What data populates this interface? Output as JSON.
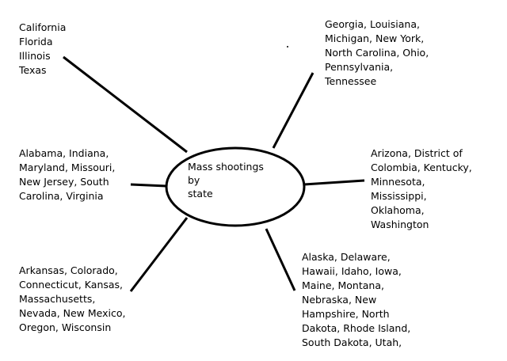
{
  "center": {
    "lines": [
      "Mass shootings",
      "by",
      "state"
    ]
  },
  "groups": {
    "top_left": [
      "California",
      "Florida",
      "Illinois",
      "Texas"
    ],
    "top_right": [
      "Georgia, Louisiana,",
      "Michigan, New York,",
      "North Carolina, Ohio,",
      "Pennsylvania,",
      "Tennessee"
    ],
    "middle_left": [
      "Alabama, Indiana,",
      "Maryland, Missouri,",
      "New Jersey, South",
      "Carolina, Virginia"
    ],
    "middle_right": [
      "Arizona, District of",
      "Colombia, Kentucky,",
      "Minnesota,",
      "Mississippi,",
      "Oklahoma,",
      "Washington"
    ],
    "bottom_left": [
      "Arkansas, Colorado,",
      "Connecticut, Kansas,",
      "Massachusetts,",
      "Nevada, New Mexico,",
      "Oregon, Wisconsin"
    ],
    "bottom_right": [
      "Alaska, Delaware,",
      "Hawaii, Idaho, Iowa,",
      "Maine, Montana,",
      "Nebraska, New",
      "Hampshire, North",
      "Dakota, Rhode Island,",
      "South Dakota, Utah,"
    ]
  },
  "colors": {
    "stroke": "#000000",
    "background": "#ffffff"
  }
}
